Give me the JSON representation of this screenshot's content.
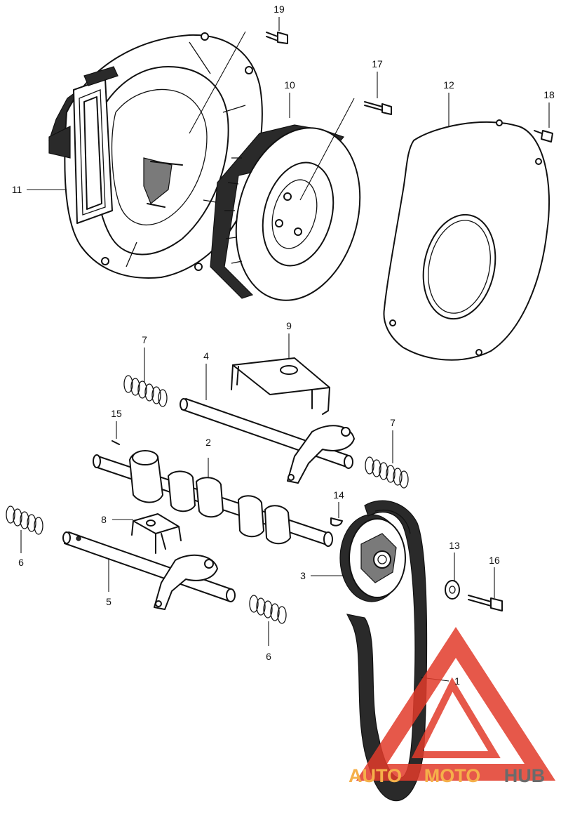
{
  "callouts": {
    "c1": "1",
    "c2": "2",
    "c3": "3",
    "c4": "4",
    "c5": "5",
    "c6a": "6",
    "c6b": "6",
    "c7a": "7",
    "c7b": "7",
    "c8": "8",
    "c9": "9",
    "c10": "10",
    "c11": "11",
    "c12": "12",
    "c13": "13",
    "c14": "14",
    "c15": "15",
    "c16": "16",
    "c17": "17",
    "c18": "18",
    "c19": "19"
  },
  "watermark": {
    "part1": "AUTO",
    "part2": "MOTO",
    "part3": "HUB",
    "color_orange": "#f5b04a",
    "color_red": "#e23b2a",
    "color_gray": "#6b6b6b"
  }
}
